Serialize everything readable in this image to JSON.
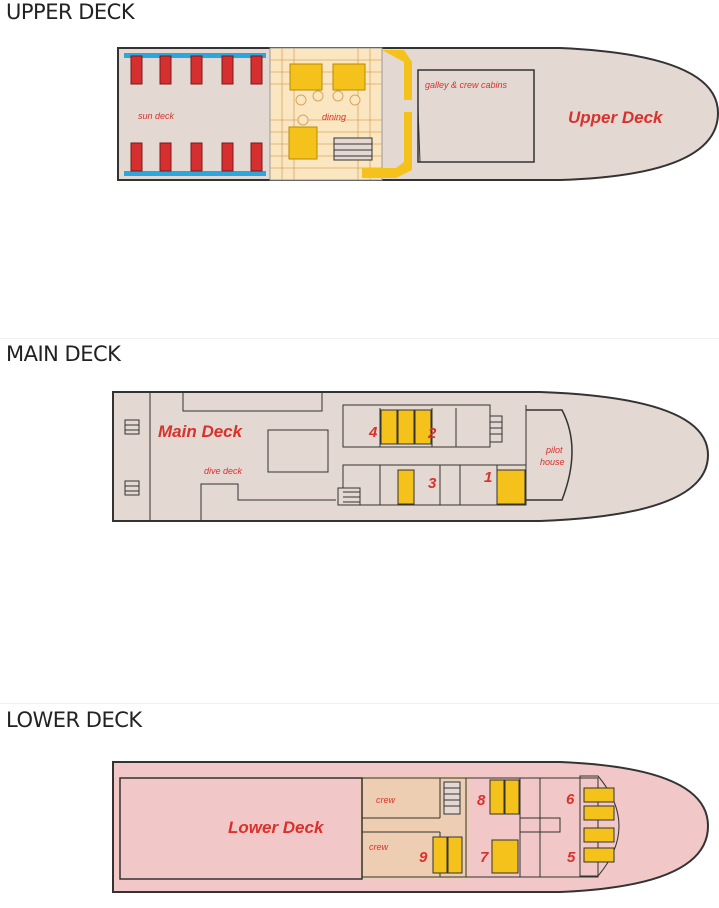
{
  "decks": {
    "upper": {
      "heading": "UPPER DECK",
      "title": "Upper Deck",
      "sun_deck": "sun deck",
      "dining": "dining",
      "galley": "galley & crew cabins"
    },
    "main": {
      "heading": "MAIN DECK",
      "title": "Main Deck",
      "dive_deck": "dive deck",
      "pilot_line1": "pilot",
      "pilot_line2": "house",
      "cabins": [
        "4",
        "2",
        "3",
        "1"
      ]
    },
    "lower": {
      "heading": "LOWER DECK",
      "title": "Lower Deck",
      "crew_top": "crew",
      "crew_bottom": "crew",
      "cabins": [
        "8",
        "6",
        "9",
        "7",
        "5"
      ]
    }
  },
  "colors": {
    "hull": "#e3d8d2",
    "hull_lower": "#f2c7c7",
    "cabin": "#f5c21b",
    "label": "#d9312b",
    "lounger": "#d62f2f",
    "pad": "#2aa7dc"
  }
}
